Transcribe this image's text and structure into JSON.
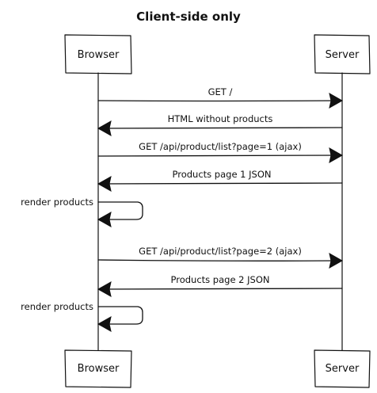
{
  "title": "Client-side only",
  "participants": {
    "browser": "Browser",
    "server": "Server"
  },
  "messages": [
    {
      "from": "browser",
      "to": "server",
      "label": "GET /"
    },
    {
      "from": "server",
      "to": "browser",
      "label": "HTML without products"
    },
    {
      "from": "browser",
      "to": "server",
      "label": "GET /api/product/list?page=1 (ajax)"
    },
    {
      "from": "server",
      "to": "browser",
      "label": "Products page 1 JSON"
    },
    {
      "from": "browser",
      "to": "browser",
      "label": "render products"
    },
    {
      "from": "browser",
      "to": "server",
      "label": "GET /api/product/list?page=2 (ajax)"
    },
    {
      "from": "server",
      "to": "browser",
      "label": "Products page 2 JSON"
    },
    {
      "from": "browser",
      "to": "browser",
      "label": "render products"
    }
  ]
}
